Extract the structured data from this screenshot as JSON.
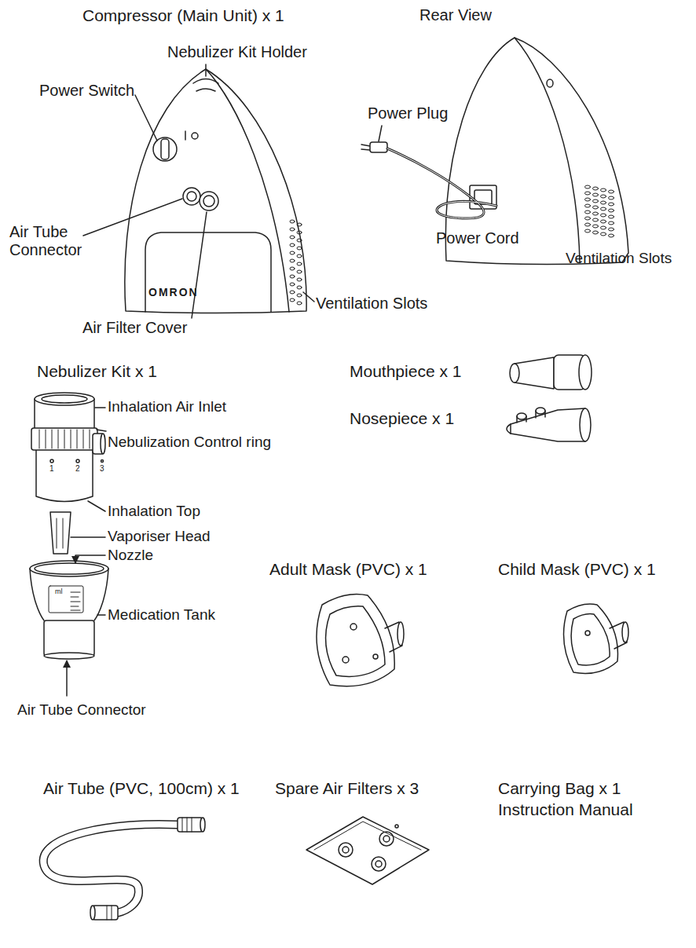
{
  "diagram": {
    "labels": [
      "Compressor (Main Unit) x 1",
      "Rear View",
      "Nebulizer Kit Holder",
      "Power Switch",
      "Air Tube Connector",
      "Air Filter Cover",
      "Ventilation Slots",
      "Power Plug",
      "Power Cord",
      "Ventilation Slots",
      "OMRON",
      "Nebulizer Kit x 1",
      "Inhalation Air Inlet",
      "Nebulization Control ring",
      "Inhalation Top",
      "Vaporiser Head",
      "Nozzle",
      "Medication Tank",
      "Air Tube Connector",
      "1",
      "2",
      "3",
      "ml",
      "Mouthpiece x 1",
      "Nosepiece x 1",
      "Adult Mask (PVC) x 1",
      "Child Mask (PVC) x 1",
      "Air Tube (PVC, 100cm) x 1",
      "Spare Air Filters x 3",
      "Carrying Bag x 1",
      "Instruction Manual"
    ]
  }
}
